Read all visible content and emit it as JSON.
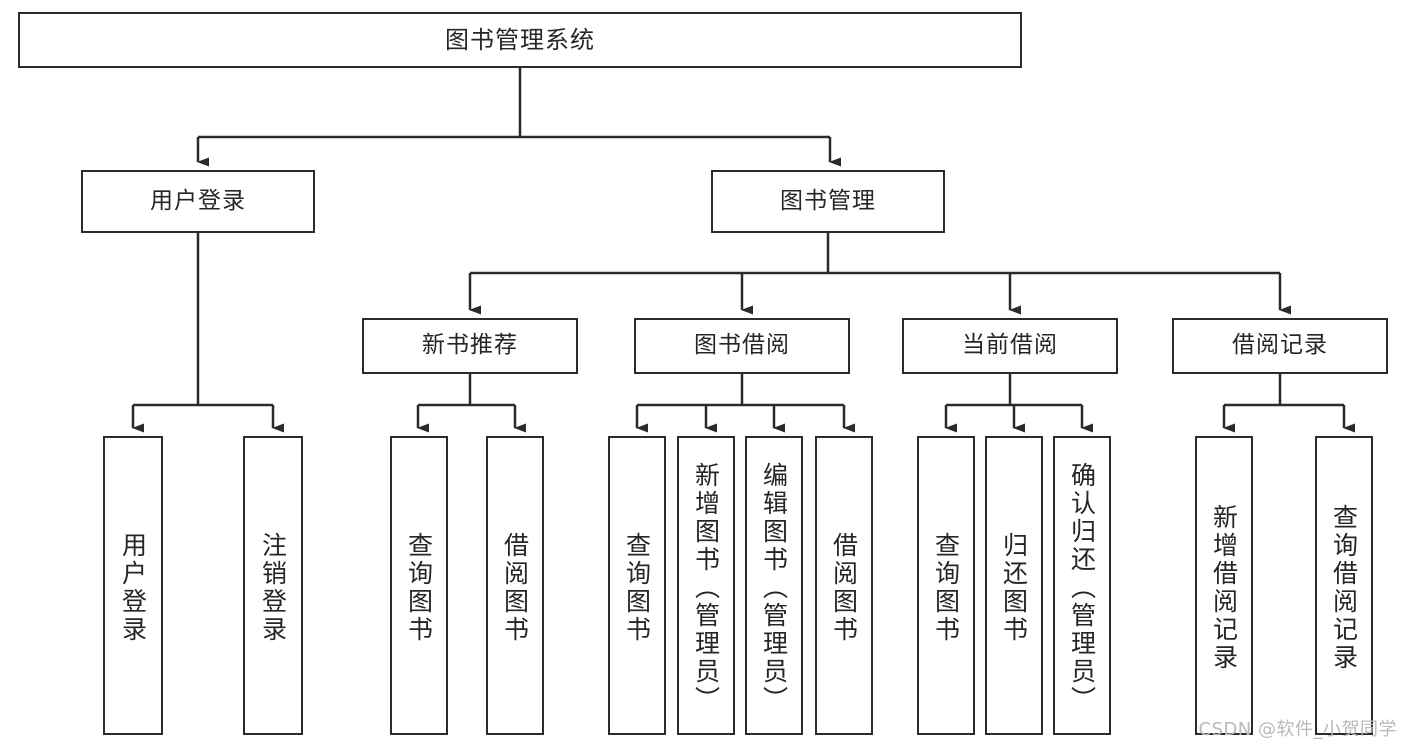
{
  "diagram": {
    "title": "图书管理系统",
    "type": "tree-hierarchy-chart",
    "watermark": "CSDN @软件_小贺同学",
    "colors": {
      "border": "#2b2b2b",
      "background": "#ffffff",
      "text": "#262626",
      "watermark": "#b9b9b9"
    },
    "nodes": {
      "root": {
        "label": "图书管理系统"
      },
      "level2": [
        {
          "label": "用户登录"
        },
        {
          "label": "图书管理"
        }
      ],
      "level3": [
        {
          "label": "新书推荐"
        },
        {
          "label": "图书借阅"
        },
        {
          "label": "当前借阅"
        },
        {
          "label": "借阅记录"
        }
      ],
      "leaves": {
        "user_login": [
          {
            "label": "用户登录"
          },
          {
            "label": "注销登录"
          }
        ],
        "new_book_recommend": [
          {
            "label": "查询图书"
          },
          {
            "label": "借阅图书"
          }
        ],
        "book_borrow": [
          {
            "label": "查询图书"
          },
          {
            "label": "新增图书（管理员）"
          },
          {
            "label": "编辑图书（管理员）"
          },
          {
            "label": "借阅图书"
          }
        ],
        "current_borrow": [
          {
            "label": "查询图书"
          },
          {
            "label": "归还图书"
          },
          {
            "label": "确认归还（管理员）"
          }
        ],
        "borrow_record": [
          {
            "label": "新增借阅记录"
          },
          {
            "label": "查询借阅记录"
          }
        ]
      }
    }
  }
}
